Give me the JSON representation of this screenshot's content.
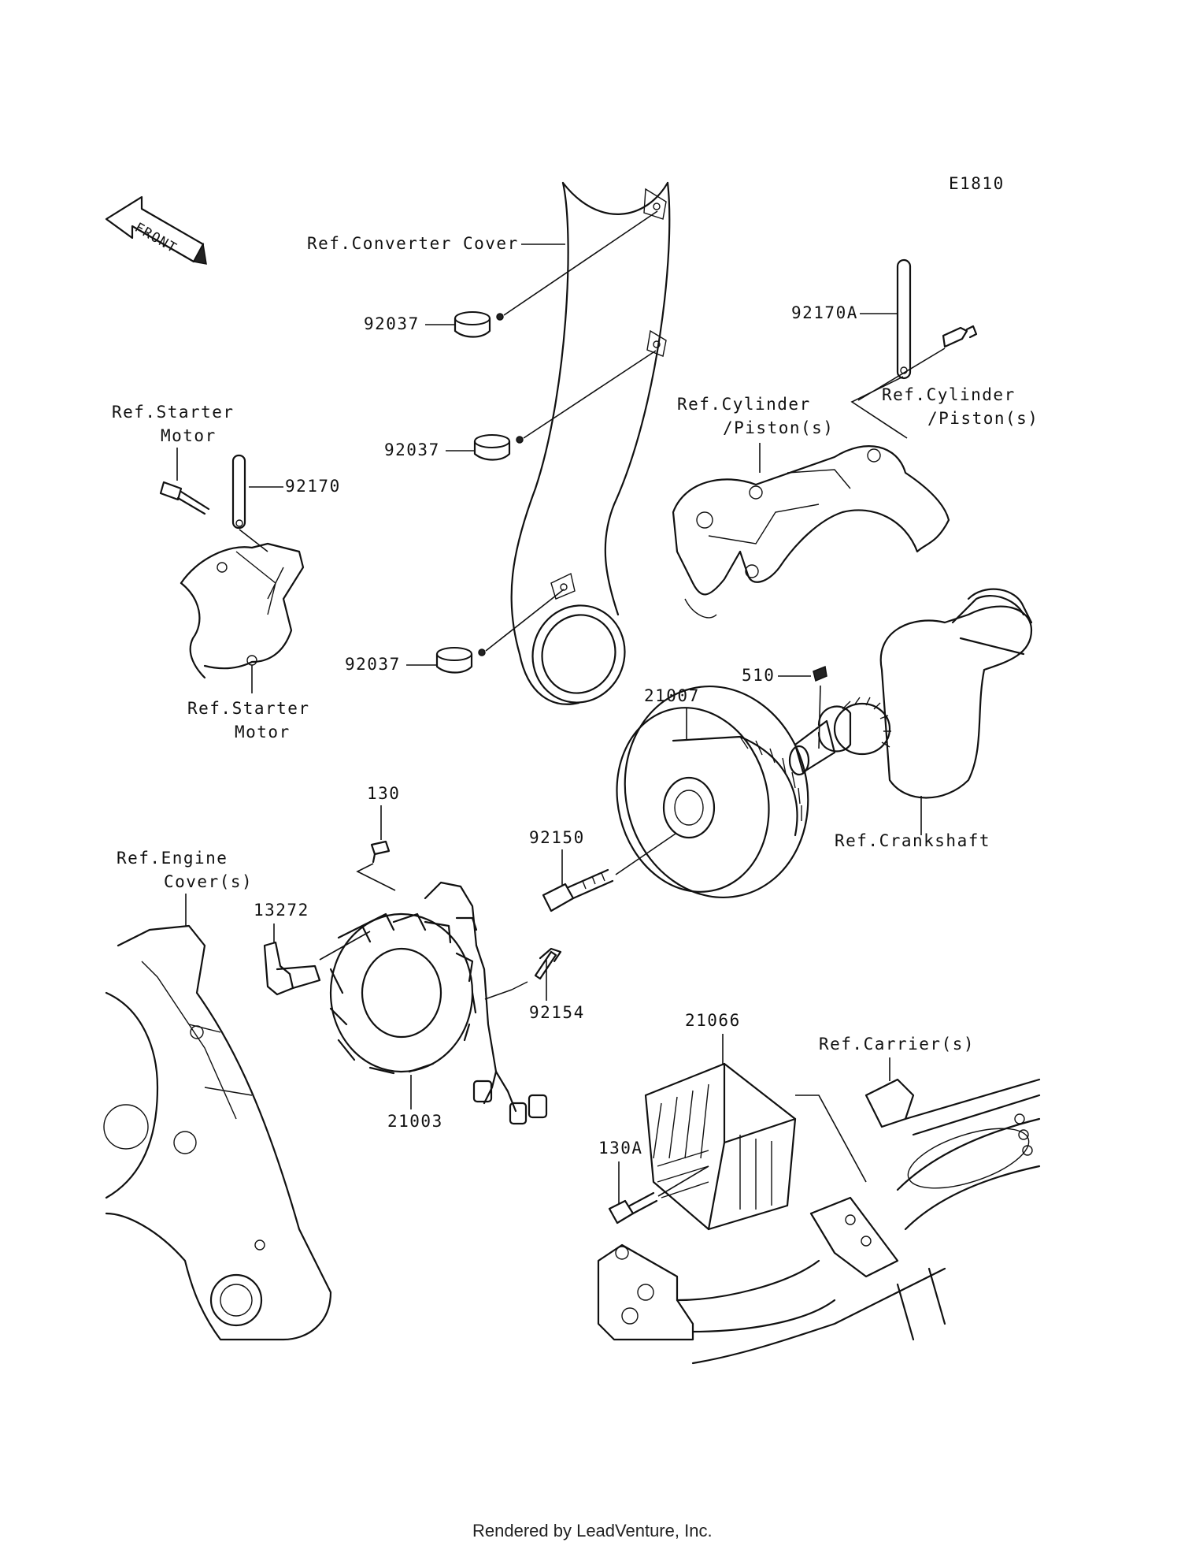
{
  "diagram_code": "E1810",
  "front_arrow_label": "FRONT",
  "callouts": {
    "ref_converter_cover": "Ref.Converter Cover",
    "c92037_a": "92037",
    "c92037_b": "92037",
    "c92037_c": "92037",
    "c92170A": "92170A",
    "ref_cylinder_piston_right_1": "Ref.Cylinder",
    "ref_cylinder_piston_right_2": "/Piston(s)",
    "ref_cylinder_piston_left_1": "Ref.Cylinder",
    "ref_cylinder_piston_left_2": "/Piston(s)",
    "ref_starter_motor_top_1": "Ref.Starter",
    "ref_starter_motor_top_2": "Motor",
    "c92170": "92170",
    "ref_starter_motor_bottom_1": "Ref.Starter",
    "ref_starter_motor_bottom_2": "Motor",
    "c510": "510",
    "c21007": "21007",
    "ref_crankshaft": "Ref.Crankshaft",
    "c130": "130",
    "c92150": "92150",
    "ref_engine_cover_1": "Ref.Engine",
    "ref_engine_cover_2": "Cover(s)",
    "c13272": "13272",
    "c92154": "92154",
    "c21003": "21003",
    "c21066": "21066",
    "ref_carriers": "Ref.Carrier(s)",
    "c130A": "130A"
  },
  "footer": "Rendered by LeadVenture, Inc."
}
